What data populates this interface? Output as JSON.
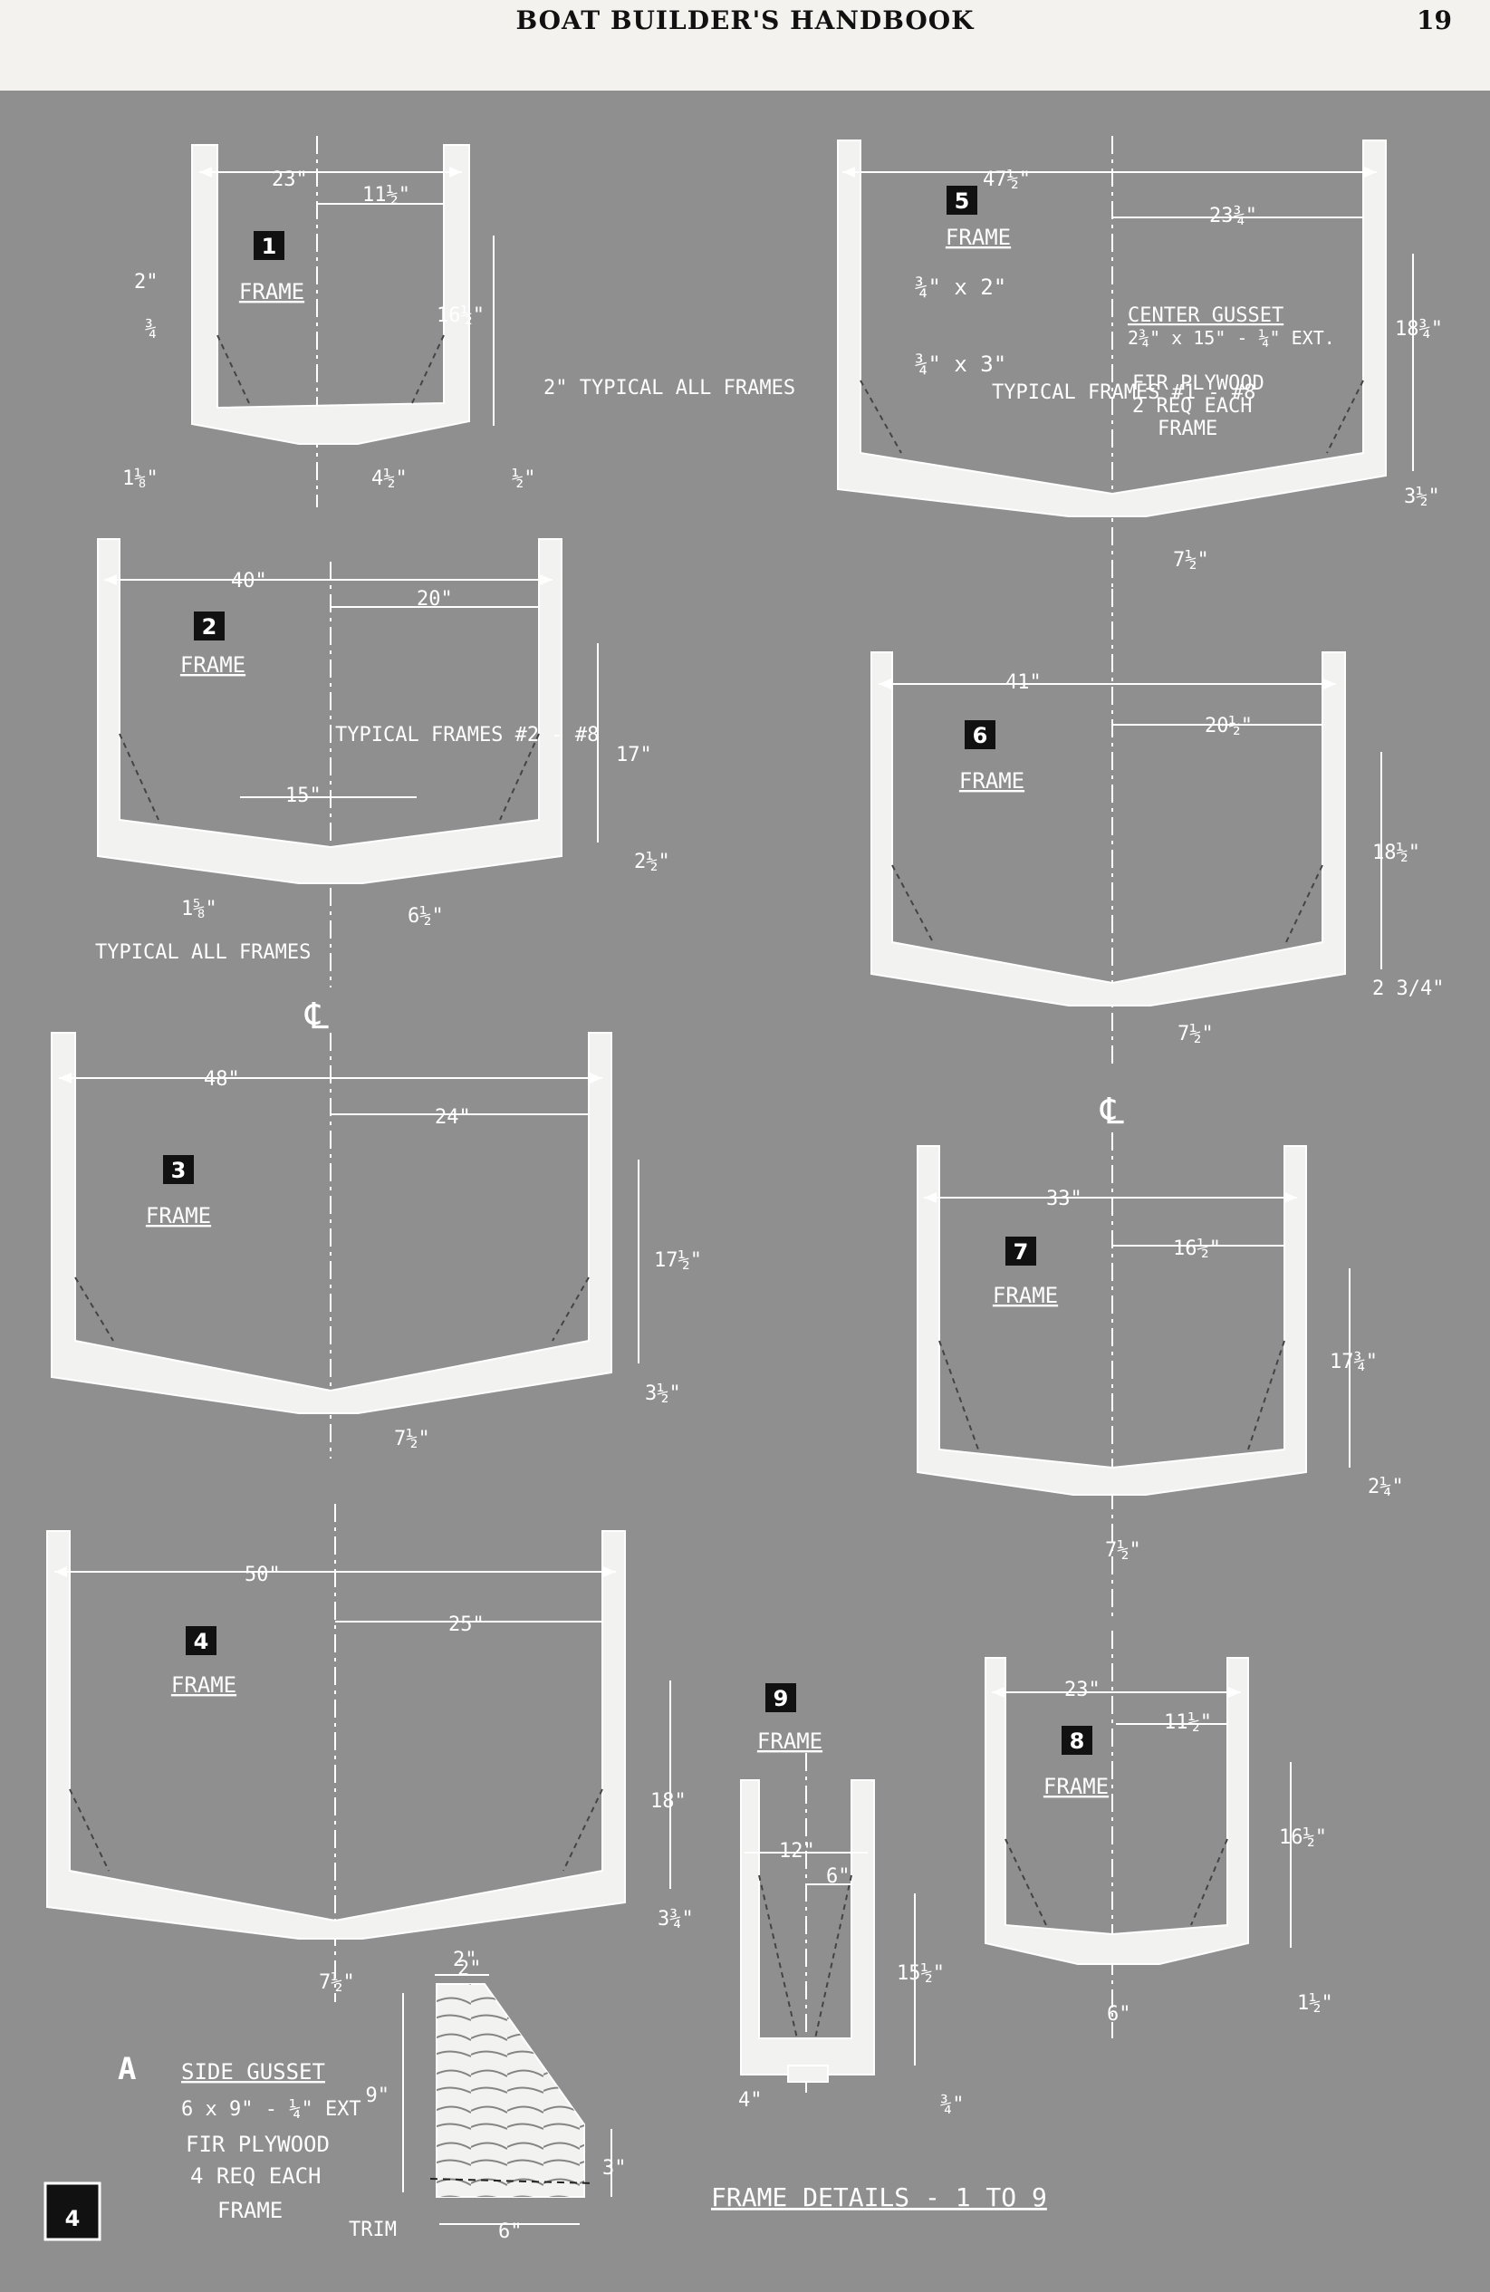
{
  "header": {
    "title": "BOAT BUILDER'S HANDBOOK",
    "page_number": "19"
  },
  "figure": {
    "number": "4",
    "caption": "FRAME DETAILS - 1 TO 9"
  },
  "frames": [
    {
      "id": "frame-1",
      "number": "1",
      "label": "FRAME",
      "dims": [
        "23\"",
        "11½\"",
        "16½\"",
        "2\"",
        "¾",
        "1⅛\"",
        "4½\"",
        "½\""
      ],
      "note": "2\" TYPICAL ALL FRAMES"
    },
    {
      "id": "frame-2",
      "number": "2",
      "label": "FRAME",
      "dims": [
        "40\"",
        "20\"",
        "17\"",
        "15\"",
        "2½\"",
        "1⅝\"",
        "6½\""
      ],
      "note": "TYPICAL FRAMES #2 - #8",
      "note2": "TYPICAL ALL FRAMES"
    },
    {
      "id": "frame-3",
      "number": "3",
      "label": "FRAME",
      "dims": [
        "48\"",
        "24\"",
        "17½\"",
        "3½\"",
        "7½\""
      ]
    },
    {
      "id": "frame-4",
      "number": "4",
      "label": "FRAME",
      "dims": [
        "50\"",
        "25\"",
        "18\"",
        "3¾\"",
        "7½\"",
        "2\""
      ]
    },
    {
      "id": "frame-5",
      "number": "5",
      "label": "FRAME",
      "dims": [
        "47½\"",
        "23¾\"",
        "18¾\"",
        "3½\"",
        "7½\""
      ],
      "notes": [
        "¾\" x 2\"",
        "¾\" x 3\"",
        "TYPICAL FRAMES #1 - #8",
        "CENTER GUSSET",
        "2¾\" x 15\" - ¼\" EXT.",
        "FIR PLYWOOD",
        "2 REQ EACH",
        "FRAME"
      ]
    },
    {
      "id": "frame-6",
      "number": "6",
      "label": "FRAME",
      "dims": [
        "41\"",
        "20½\"",
        "18½\"",
        "2 3/4\"",
        "7½\""
      ]
    },
    {
      "id": "frame-7",
      "number": "7",
      "label": "FRAME",
      "dims": [
        "33\"",
        "16½\"",
        "17¾\"",
        "2¼\"",
        "7½\""
      ]
    },
    {
      "id": "frame-8",
      "number": "8",
      "label": "FRAME",
      "dims": [
        "23\"",
        "11½\"",
        "16½\"",
        "1½\"",
        "6\""
      ]
    },
    {
      "id": "frame-9",
      "number": "9",
      "label": "FRAME",
      "dims": [
        "12\"",
        "6\"",
        "15½\"",
        "4\"",
        "¾\""
      ]
    }
  ],
  "gusset": {
    "letter": "A",
    "lines": [
      "SIDE GUSSET",
      "6 x 9\" - ¼\" EXT",
      "FIR PLYWOOD",
      "4 REQ EACH",
      "FRAME"
    ],
    "dims": [
      "2\"",
      "9\"",
      "3\"",
      "6\""
    ],
    "trim": "TRIM"
  },
  "centerline": "℄",
  "colors": {
    "background": "#8f8f8f",
    "lines": "#ffffff",
    "wood": "#f2f2f0",
    "header": "#f4f2ee"
  }
}
